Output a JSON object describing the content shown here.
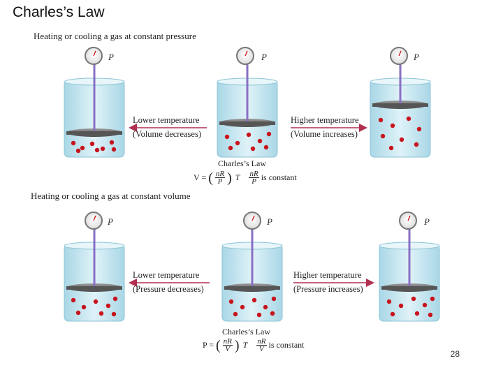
{
  "title": "Charles’s Law",
  "top_section": {
    "caption": "Heating or cooling a gas at constant pressure",
    "pressure_symbol": "P",
    "left_arrow": {
      "line1": "Lower temperature",
      "line2": "(Volume decreases)"
    },
    "right_arrow": {
      "line1": "Higher temperature",
      "line2": "(Volume increases)"
    },
    "law_name": "Charles’s Law",
    "equation": {
      "lhs": "V =",
      "frac_num": "nR",
      "frac_den": "P",
      "var": "T",
      "const_num": "nR",
      "const_den": "P",
      "suffix": "is constant"
    }
  },
  "bottom_section": {
    "caption": "Heating or cooling a gas at constant volume",
    "pressure_symbol": "P",
    "left_arrow": {
      "line1": "Lower temperature",
      "line2": "(Pressure decreases)"
    },
    "right_arrow": {
      "line1": "Higher temperature",
      "line2": "(Pressure increases)"
    },
    "law_name": "Charles’s Law",
    "equation": {
      "lhs": "P =",
      "frac_num": "nR",
      "frac_den": "V",
      "var": "T",
      "const_num": "nR",
      "const_den": "V",
      "suffix": "is constant"
    }
  },
  "page_number": "28",
  "colors": {
    "water": "#bfe3ee",
    "piston": "#6e6e6e",
    "rod": "#8a6fc4",
    "particle": "#c8141c",
    "arrow": "#b03050"
  }
}
